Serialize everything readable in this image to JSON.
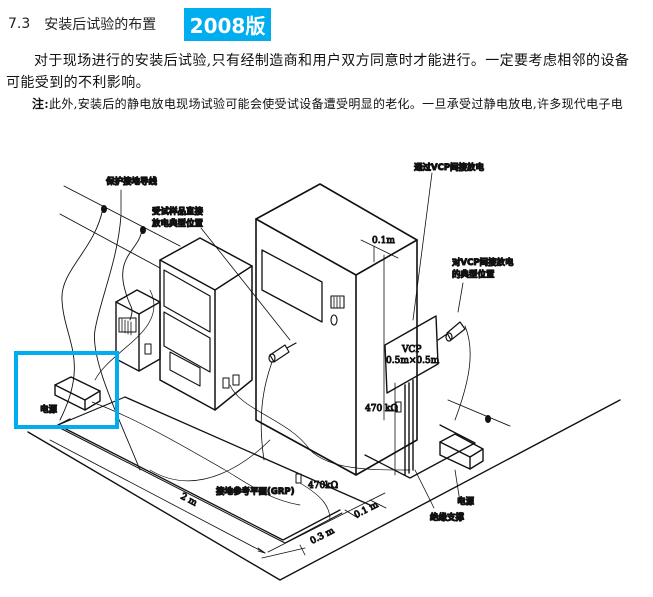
{
  "section": {
    "number": "7.3",
    "title": "安装后试验的布置"
  },
  "badge": {
    "label": "2008版",
    "color": "#00aeef"
  },
  "paragraph": {
    "line1": "对于现场进行的安装后试验,只有经制造商和用户双方同意时才能进行。一定要考虑相邻的设备",
    "line2": "可能受到的不利影响。"
  },
  "note": {
    "prefix": "注:",
    "text": "此外,安装后的静电放电现场试验可能会使受试设备遭受明显的老化。一旦承受过静电放电,许多现代电子电"
  },
  "diagram": {
    "labels": {
      "protective_ground": "保护接地导线",
      "eut_direct_line1": "受试样品直接",
      "eut_direct_line2": "放电典型位置",
      "vcp_indirect": "通过VCP间接放电",
      "vcp_typical_line1": "对VCP间接放电",
      "vcp_typical_line2": "的典型位置",
      "dist_top": "0.1m",
      "vcp_title": "VCP",
      "vcp_size": "0.5m×0.5m",
      "resistor_vcp": "470 kΩ",
      "resistor_grp": "470kΩ",
      "power_left": "电源",
      "power_right": "电源",
      "grp": "接地参考平面(GRP)",
      "dist_2m": "2 m",
      "dist_03m": "0.3 m",
      "dist_01m": "0.1 m",
      "insulating_support": "绝缘支撑"
    },
    "highlight_color": "#00aeef"
  }
}
